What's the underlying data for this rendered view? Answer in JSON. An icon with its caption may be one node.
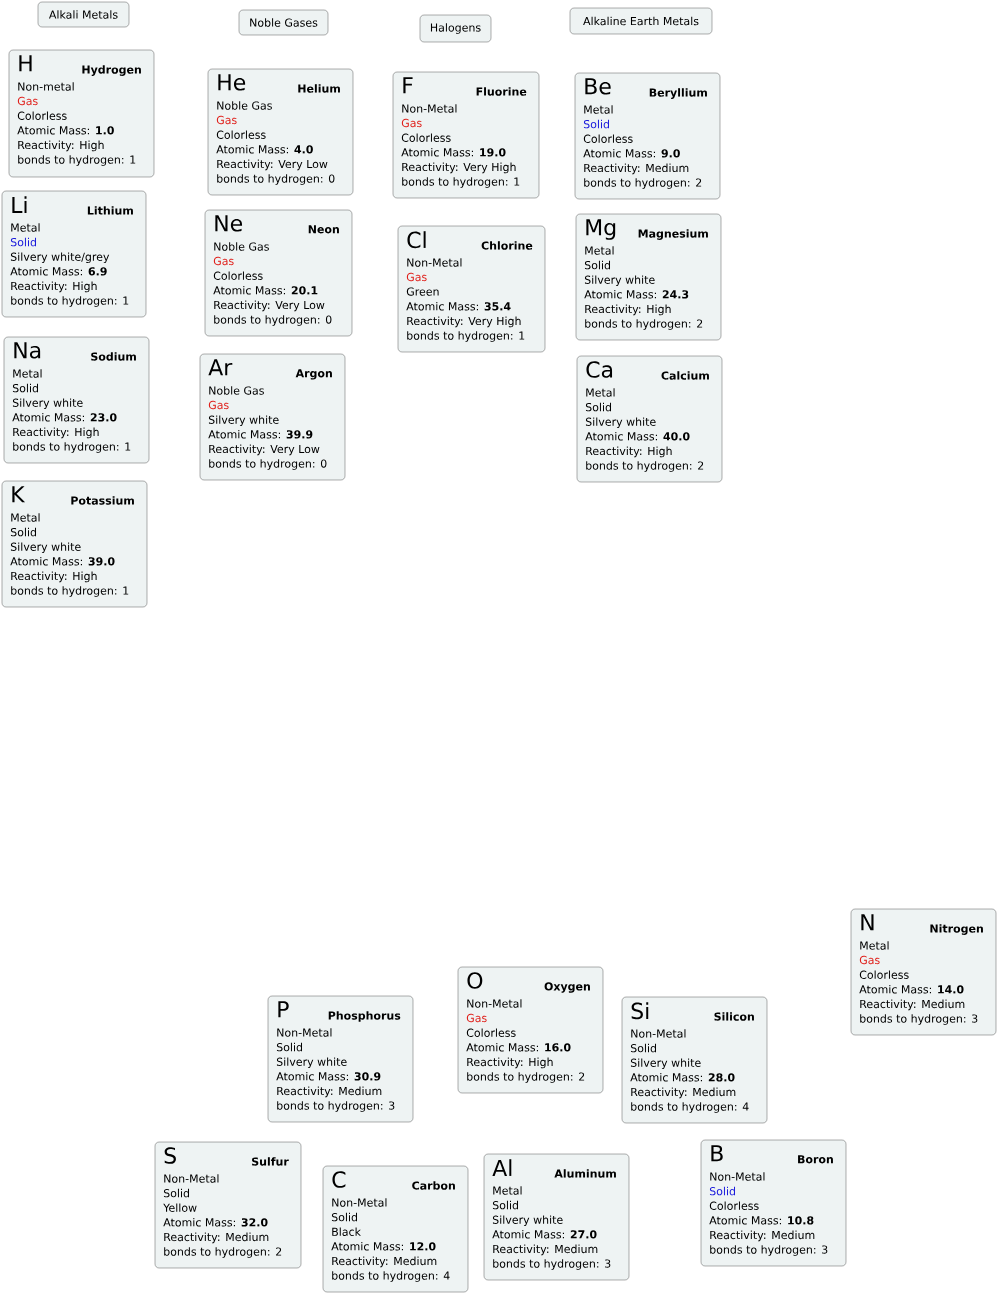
{
  "diagram": {
    "nodes": [
      {
        "text": [
          "Alkali Metals"
        ]
      },
      {
        "text": [
          "Noble Gases"
        ]
      },
      {
        "text": [
          "Halogens"
        ]
      },
      {
        "text": [
          "Alkaline Earth Metals"
        ]
      },
      {
        "text": [
          "H",
          "Hydrogen",
          "Non-metal",
          "Gas",
          "Colorless",
          "Atomic Mass: **1.0**",
          "Reactivity: High",
          "bonds to hydrogen: 1"
        ]
      },
      {
        "text": [
          "He",
          "Helium",
          "Noble Gas",
          "Gas",
          "Colorless",
          "Atomic Mass: **4.0**",
          "Reactivity: Very Low",
          "bonds to hydrogen: 0"
        ]
      },
      {
        "text": [
          "F",
          "Fluorine",
          "Non-Metal",
          "Gas",
          "Colorless",
          "Atomic Mass: **19.0**",
          "Reactivity: Very High",
          "bonds to hydrogen: 1"
        ]
      },
      {
        "text": [
          "Be",
          "Beryllium",
          "Metal",
          "Solid",
          "Colorless",
          "Atomic Mass: **9.0**",
          "Reactivity: Medium",
          "bonds to hydrogen: 2"
        ]
      },
      {
        "text": [
          "Li",
          "Lithium",
          "Metal",
          "Solid",
          "Silvery white/grey",
          "Atomic Mass: **6.9**",
          "Reactivity: High",
          "bonds to hydrogen: 1"
        ]
      },
      {
        "text": [
          "Ne",
          "Neon",
          "Noble Gas",
          "Gas",
          "Colorless",
          "Atomic Mass: **20.1**",
          "Reactivity: Very Low",
          "bonds to hydrogen: 0"
        ]
      },
      {
        "text": [
          "Cl",
          "Chlorine",
          "Non-Metal",
          "Gas",
          "Green",
          "Atomic Mass: **35.4**",
          "Reactivity: Very High",
          "bonds to hydrogen: 1"
        ]
      },
      {
        "text": [
          "Mg",
          "Magnesium",
          "Metal",
          "Solid",
          "Silvery white",
          "Atomic Mass: **24.3**",
          "Reactivity: High",
          "bonds to hydrogen: 2"
        ]
      },
      {
        "text": [
          "Na",
          "Sodium",
          "Metal",
          "Solid",
          "Silvery white",
          "Atomic Mass: **23.0**",
          "Reactivity: High",
          "bonds to hydrogen: 1"
        ]
      },
      {
        "text": [
          "Ar",
          "Argon",
          "Noble Gas",
          "Gas",
          "Silvery white",
          "Atomic Mass: **39.9**",
          "Reactivity: Very Low",
          "bonds to hydrogen: 0"
        ]
      },
      {
        "text": [
          "Ca",
          "Calcium",
          "Metal",
          "Solid",
          "Silvery white",
          "Atomic Mass: **40.0**",
          "Reactivity: High",
          "bonds to hydrogen: 2"
        ]
      },
      {
        "text": [
          "K",
          "Potassium",
          "Metal",
          "Solid",
          "Silvery white",
          "Atomic Mass: **39.0**",
          "Reactivity: High",
          "bonds to hydrogen: 1"
        ]
      },
      {
        "text": [
          "N",
          "Nitrogen",
          "Metal",
          "Gas",
          "Colorless",
          "Atomic Mass: **14.0**",
          "Reactivity: Medium",
          "bonds to hydrogen: 3"
        ]
      },
      {
        "text": [
          "O",
          "Oxygen",
          "Non-Metal",
          "Gas",
          "Colorless",
          "Atomic Mass: **16.0**",
          "Reactivity: High",
          "bonds to hydrogen: 2"
        ]
      },
      {
        "text": [
          "P",
          "Phosphorus",
          "Non-Metal",
          "Solid",
          "Silvery white",
          "Atomic Mass: **30.9**",
          "Reactivity: Medium",
          "bonds to hydrogen: 3"
        ]
      },
      {
        "text": [
          "Si",
          "Silicon",
          "Non-Metal",
          "Solid",
          "Silvery white",
          "Atomic Mass: **28.0**",
          "Reactivity: Medium",
          "bonds to hydrogen: 4"
        ]
      },
      {
        "text": [
          "S",
          "Sulfur",
          "Non-Metal",
          "Solid",
          "Yellow",
          "Atomic Mass: **32.0**",
          "Reactivity: Medium",
          "bonds to hydrogen: 2"
        ]
      },
      {
        "text": [
          "C",
          "Carbon",
          "Non-Metal",
          "Solid",
          "Black",
          "Atomic Mass: **12.0**",
          "Reactivity: Medium",
          "bonds to hydrogen: 4"
        ]
      },
      {
        "text": [
          "Al",
          "Aluminum",
          "Metal",
          "Solid",
          "Silvery white",
          "Atomic Mass: **27.0**",
          "Reactivity: Medium",
          "bonds to hydrogen: 3"
        ]
      },
      {
        "text": [
          "B",
          "Boron",
          "Non-Metal",
          "Solid",
          "Colorless",
          "Atomic Mass: **10.8**",
          "Reactivity: Medium",
          "bonds to hydrogen: 3"
        ]
      }
    ]
  }
}
